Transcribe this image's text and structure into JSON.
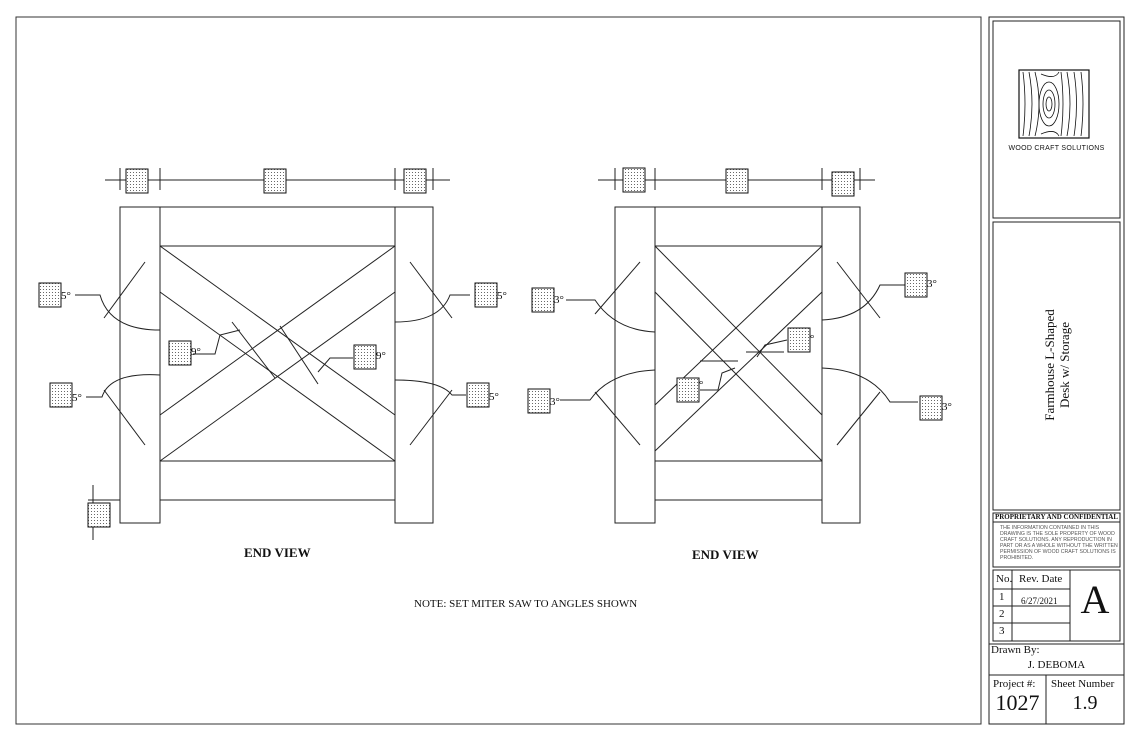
{
  "views": [
    {
      "label": "END VIEW",
      "angle_suffix": "°",
      "angle_digit": "5",
      "center_digit": "9"
    },
    {
      "label": "END VIEW",
      "angle_suffix": "°",
      "angle_digit": "3",
      "center_digit": "3"
    }
  ],
  "note": "NOTE: SET MITER SAW TO ANGLES SHOWN",
  "title_block": {
    "company": "WOOD CRAFT SOLUTIONS",
    "project_title_line1": "Farmhouse L-Shaped",
    "project_title_line2": "Desk w/ Storage",
    "confidential_heading": "PROPRIETARY AND CONFIDENTIAL",
    "confidential_text": "THE INFORMATION CONTAINED IN THIS DRAWING IS THE SOLE PROPERTY OF WOOD CRAFT SOLUTIONS. ANY REPRODUCTION IN PART OR AS A WHOLE WITHOUT THE WRITTEN PERMISSION OF WOOD CRAFT SOLUTIONS IS PROHIBITED.",
    "rev_no_header": "No.",
    "rev_date_header": "Rev. Date",
    "revisions": [
      {
        "no": "1",
        "date": "6/27/2021"
      },
      {
        "no": "2",
        "date": ""
      },
      {
        "no": "3",
        "date": ""
      }
    ],
    "revision_letter": "A",
    "drawn_by_label": "Drawn By:",
    "drawn_by": "J. DEBOMA",
    "project_no_label": "Project #:",
    "project_no": "1027",
    "sheet_label": "Sheet Number",
    "sheet_no": "1.9"
  }
}
